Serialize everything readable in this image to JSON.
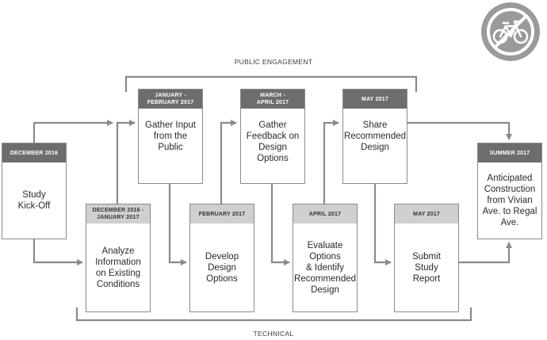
{
  "labels": {
    "public_engagement": "PUBLIC ENGAGEMENT",
    "technical": "TECHNICAL"
  },
  "steps": {
    "kickoff": {
      "date": "DECEMBER 2016",
      "text": "Study\nKick-Off"
    },
    "analyze": {
      "date": "DECEMBER 2016 -\nJANUARY 2017",
      "text": "Analyze\nInformation\non Existing\nConditions"
    },
    "gather_input": {
      "date": "JANUARY -\nFEBRUARY 2017",
      "text": "Gather Input\nfrom the Public"
    },
    "develop": {
      "date": "FEBRUARY 2017",
      "text": "Develop\nDesign\nOptions"
    },
    "gather_feedback": {
      "date": "MARCH -\nAPRIL 2017",
      "text": "Gather\nFeedback on\nDesign\nOptions"
    },
    "evaluate": {
      "date": "APRIL 2017",
      "text": "Evaluate\nOptions\n& Identify\nRecommended\nDesign"
    },
    "share": {
      "date": "MAY 2017",
      "text": "Share\nRecommended\nDesign"
    },
    "submit": {
      "date": "MAY 2017",
      "text": "Submit\nStudy\nReport"
    },
    "construction": {
      "date": "SUMMER 2017",
      "text": "Anticipated\nConstruction\nfrom Vivian\nAve. to Regal\nAve."
    }
  },
  "icon": {
    "name": "no-bicycle-icon",
    "color": "#9a9a9a"
  },
  "colors": {
    "header_dark": "#6d6d6d",
    "header_light": "#cfcfcf",
    "connector": "#8a8a8a"
  }
}
